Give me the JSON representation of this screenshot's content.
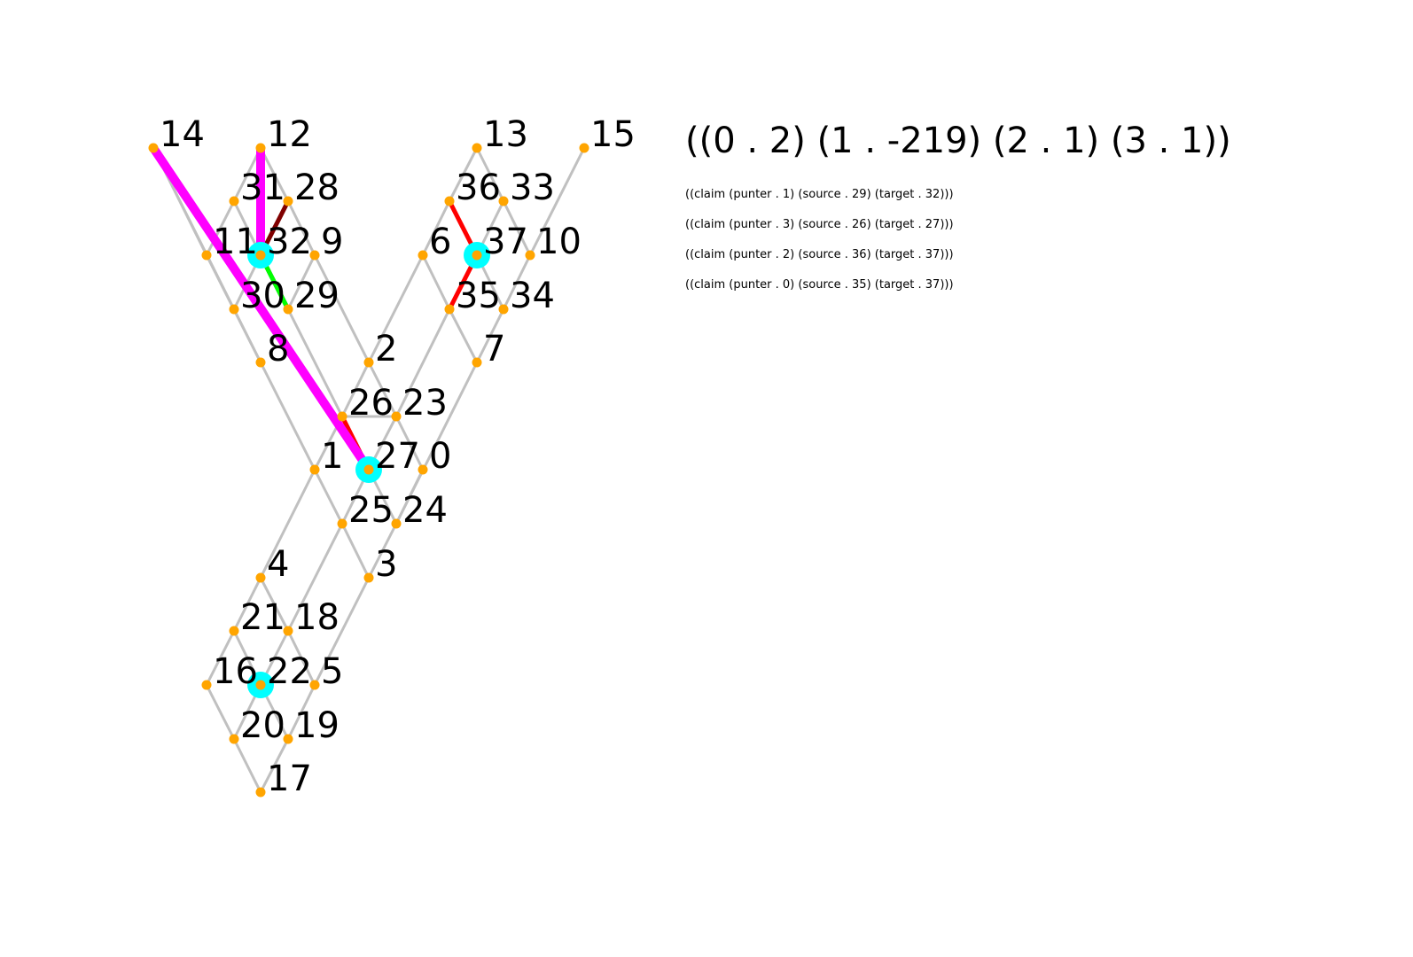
{
  "scores_text": "((0 . 2) (1 . -219) (2 . 1) (3 . 1))",
  "claims": [
    "((claim (punter . 1) (source . 29) (target . 32)))",
    "((claim (punter . 3) (source . 26) (target . 27)))",
    "((claim (punter . 2) (source . 36) (target . 37)))",
    "((claim (punter . 0) (source . 35) (target . 37)))"
  ],
  "colors": {
    "river": "#c0c0c0",
    "site": "#ffa500",
    "mine": "#00ffff",
    "punter_0": "#ff0000",
    "punter_1": "#008000",
    "punter_2": "#ff0000",
    "punter_3": "#ff0000",
    "highlight": "#ff00ff",
    "dark_red": "#800000",
    "lime": "#00ff00"
  },
  "graph": {
    "sites": [
      "0",
      "1",
      "2",
      "3",
      "4",
      "5",
      "6",
      "7",
      "8",
      "9",
      "10",
      "11",
      "12",
      "13",
      "14",
      "15",
      "16",
      "17",
      "18",
      "19",
      "20",
      "21",
      "22",
      "23",
      "24",
      "25",
      "26",
      "27",
      "28",
      "29",
      "30",
      "31",
      "32",
      "33",
      "34",
      "35",
      "36",
      "37"
    ],
    "mines": [
      "32",
      "27",
      "37",
      "22"
    ],
    "rivers": [
      [
        "14",
        "11"
      ],
      [
        "14",
        "30"
      ],
      [
        "11",
        "8"
      ],
      [
        "30",
        "8"
      ],
      [
        "11",
        "31"
      ],
      [
        "31",
        "32"
      ],
      [
        "31",
        "12"
      ],
      [
        "12",
        "28"
      ],
      [
        "28",
        "32"
      ],
      [
        "28",
        "9"
      ],
      [
        "9",
        "29"
      ],
      [
        "9",
        "2"
      ],
      [
        "30",
        "32"
      ],
      [
        "32",
        "29"
      ],
      [
        "8",
        "1"
      ],
      [
        "29",
        "26"
      ],
      [
        "2",
        "26"
      ],
      [
        "2",
        "23"
      ],
      [
        "26",
        "23"
      ],
      [
        "26",
        "1"
      ],
      [
        "1",
        "25"
      ],
      [
        "26",
        "27"
      ],
      [
        "23",
        "27"
      ],
      [
        "23",
        "0"
      ],
      [
        "27",
        "25"
      ],
      [
        "27",
        "24"
      ],
      [
        "0",
        "24"
      ],
      [
        "25",
        "3"
      ],
      [
        "24",
        "3"
      ],
      [
        "1",
        "4"
      ],
      [
        "25",
        "18"
      ],
      [
        "3",
        "5"
      ],
      [
        "4",
        "21"
      ],
      [
        "4",
        "18"
      ],
      [
        "21",
        "16"
      ],
      [
        "21",
        "22"
      ],
      [
        "18",
        "22"
      ],
      [
        "18",
        "5"
      ],
      [
        "16",
        "20"
      ],
      [
        "22",
        "20"
      ],
      [
        "22",
        "19"
      ],
      [
        "5",
        "19"
      ],
      [
        "20",
        "17"
      ],
      [
        "19",
        "17"
      ],
      [
        "13",
        "36"
      ],
      [
        "13",
        "33"
      ],
      [
        "36",
        "6"
      ],
      [
        "36",
        "37"
      ],
      [
        "33",
        "37"
      ],
      [
        "33",
        "10"
      ],
      [
        "15",
        "10"
      ],
      [
        "6",
        "2"
      ],
      [
        "6",
        "35"
      ],
      [
        "37",
        "35"
      ],
      [
        "37",
        "34"
      ],
      [
        "10",
        "34"
      ],
      [
        "35",
        "23"
      ],
      [
        "35",
        "7"
      ],
      [
        "34",
        "7"
      ],
      [
        "7",
        "24"
      ]
    ],
    "claimed": [
      {
        "source": "29",
        "target": "32",
        "punter": 1
      },
      {
        "source": "26",
        "target": "27",
        "punter": 3
      },
      {
        "source": "36",
        "target": "37",
        "punter": 2
      },
      {
        "source": "35",
        "target": "37",
        "punter": 0
      }
    ],
    "highlight_path": [
      [
        "14",
        "27"
      ],
      [
        "12",
        "32"
      ]
    ],
    "extra_claims": [
      {
        "source": "28",
        "target": "32",
        "color": "dark_red"
      },
      {
        "source": "32",
        "target": "29",
        "color": "lime"
      }
    ]
  }
}
